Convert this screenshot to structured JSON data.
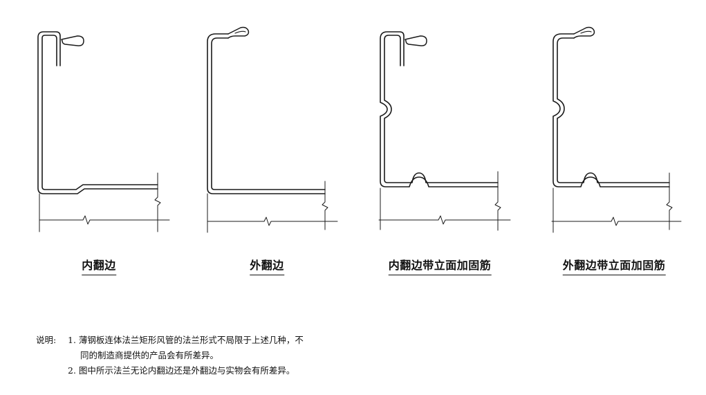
{
  "profiles": [
    {
      "label": "内翻边"
    },
    {
      "label": "外翻边"
    },
    {
      "label": "内翻边带立面加固筋"
    },
    {
      "label": "外翻边带立面加固筋"
    }
  ],
  "notes": {
    "prefix": "说明:",
    "line1": "1. 薄钢板连体法兰矩形风管的法兰形式不局限于上述几种，不",
    "line2": "同的制造商提供的产品会有所差异。",
    "line3": "2. 图中所示法兰无论内翻边还是外翻边与实物会有所差异。"
  }
}
